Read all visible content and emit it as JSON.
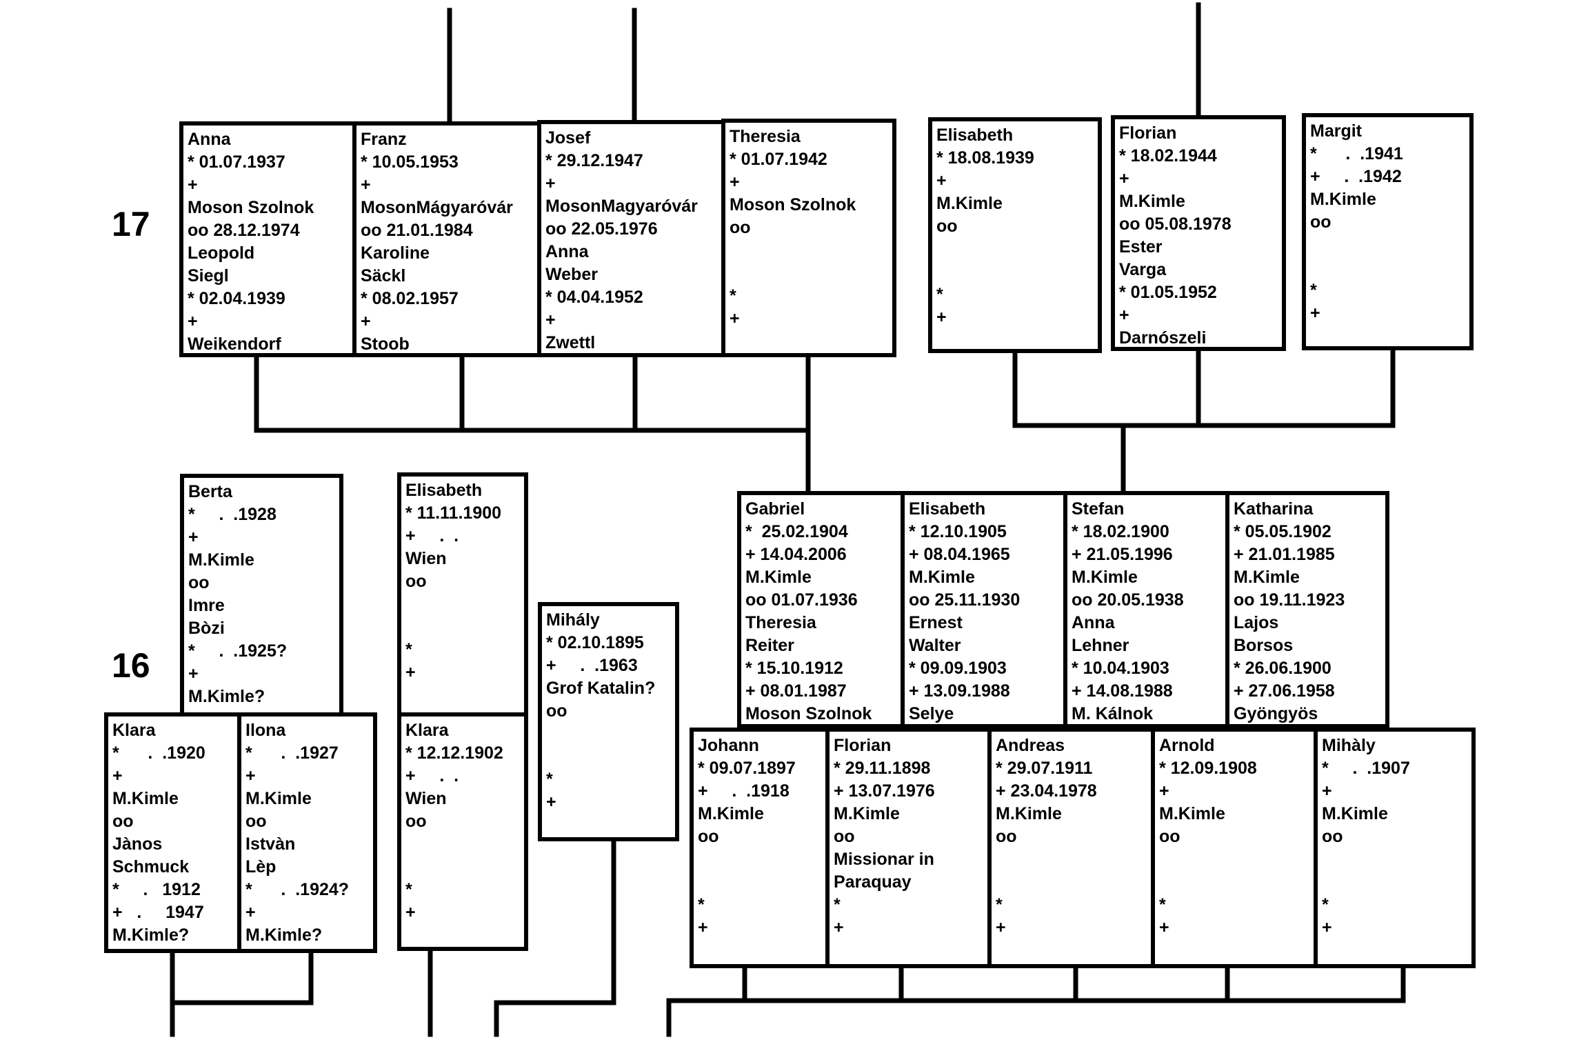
{
  "generations": {
    "upper": "17",
    "lower": "16"
  },
  "cells": {
    "anna": {
      "lines": [
        "Anna",
        "* 01.07.1937",
        "+",
        "Moson Szolnok",
        "oo 28.12.1974",
        "Leopold",
        "Siegl",
        "* 02.04.1939",
        "+",
        "Weikendorf"
      ]
    },
    "franz": {
      "lines": [
        "Franz",
        "* 10.05.1953",
        "+",
        "MosonMágyaróvár",
        "oo 21.01.1984",
        "Karoline",
        "Säckl",
        "* 08.02.1957",
        "+",
        "Stoob"
      ]
    },
    "josef": {
      "lines": [
        "Josef",
        "* 29.12.1947",
        "+",
        "MosonMagyaróvár",
        "oo 22.05.1976",
        "Anna",
        "Weber",
        "* 04.04.1952",
        "+",
        "Zwettl"
      ]
    },
    "theresia": {
      "lines": [
        "Theresia",
        "* 01.07.1942",
        "+",
        "Moson Szolnok",
        "oo",
        "",
        "",
        "*",
        "+"
      ]
    },
    "elisabeth_top": {
      "lines": [
        "Elisabeth",
        "* 18.08.1939",
        "+",
        "M.Kimle",
        "oo",
        "",
        "",
        "*",
        "+"
      ]
    },
    "florian_top": {
      "lines": [
        "Florian",
        "* 18.02.1944",
        "+",
        "M.Kimle",
        "oo 05.08.1978",
        "Ester",
        "Varga",
        "* 01.05.1952",
        "+",
        "Darnószeli"
      ]
    },
    "margit": {
      "lines": [
        "Margit",
        "*      .  .1941",
        "+     .  .1942",
        "M.Kimle",
        "oo",
        "",
        "",
        "*",
        "+"
      ]
    },
    "gabriel": {
      "lines": [
        "Gabriel",
        "*  25.02.1904",
        "+ 14.04.2006",
        "M.Kimle",
        "oo 01.07.1936",
        "Theresia",
        "Reiter",
        "* 15.10.1912",
        "+ 08.01.1987",
        "Moson Szolnok"
      ]
    },
    "elisabeth_mid": {
      "lines": [
        "Elisabeth",
        "* 12.10.1905",
        "+ 08.04.1965",
        "M.Kimle",
        "oo 25.11.1930",
        "Ernest",
        "Walter",
        "* 09.09.1903",
        "+ 13.09.1988",
        "Selye"
      ]
    },
    "stefan": {
      "lines": [
        "Stefan",
        "* 18.02.1900",
        "+ 21.05.1996",
        "M.Kimle",
        "oo 20.05.1938",
        "Anna",
        "Lehner",
        "* 10.04.1903",
        "+ 14.08.1988",
        "M. Kálnok"
      ]
    },
    "katharina": {
      "lines": [
        "Katharina",
        "* 05.05.1902",
        "+ 21.01.1985",
        "M.Kimle",
        "oo 19.11.1923",
        "Lajos",
        "Borsos",
        "* 26.06.1900",
        "+ 27.06.1958",
        "Gyöngyös"
      ]
    },
    "johann": {
      "lines": [
        "Johann",
        "* 09.07.1897",
        "+     .  .1918",
        "M.Kimle",
        "oo",
        "",
        "",
        "*",
        "+"
      ]
    },
    "florian_bot": {
      "lines": [
        "Florian",
        "* 29.11.1898",
        "+ 13.07.1976",
        "M.Kimle",
        "oo",
        "Missionar in",
        "Paraquay",
        "*",
        "+"
      ]
    },
    "andreas": {
      "lines": [
        "Andreas",
        "* 29.07.1911",
        "+ 23.04.1978",
        "M.Kimle",
        "oo",
        "",
        "",
        "*",
        "+"
      ]
    },
    "arnold": {
      "lines": [
        "Arnold",
        "* 12.09.1908",
        "+",
        "M.Kimle",
        "oo",
        "",
        "",
        "*",
        "+"
      ]
    },
    "mihaly_bot": {
      "lines": [
        "Mihàly",
        "*     .  .1907",
        "+",
        "M.Kimle",
        "oo",
        "",
        "",
        "*",
        "+"
      ]
    },
    "berta": {
      "lines": [
        "Berta",
        "*     .  .1928",
        "+",
        "M.Kimle",
        "oo",
        "Imre",
        "Bòzi",
        "*     .  .1925?",
        "+",
        "M.Kimle?"
      ]
    },
    "klara_left": {
      "lines": [
        "Klara",
        "*      .  .1920",
        "+",
        "M.Kimle",
        "oo",
        "Jànos",
        "Schmuck",
        "*     .   1912",
        "+   .     1947",
        "M.Kimle?"
      ]
    },
    "ilona": {
      "lines": [
        "Ilona",
        "*      .  .1927",
        "+",
        "M.Kimle",
        "oo",
        "Istvàn",
        "Lèp",
        "*      .  .1924?",
        "+",
        "M.Kimle?"
      ]
    },
    "elisabeth_left": {
      "lines": [
        "Elisabeth",
        "* 11.11.1900",
        "+     .  .",
        "Wien",
        "oo",
        "",
        "",
        "*",
        "+"
      ]
    },
    "klara_mid": {
      "lines": [
        "Klara",
        "* 12.12.1902",
        "+     .  .",
        "Wien",
        "oo",
        "",
        "",
        "*",
        "+"
      ]
    },
    "mihaly_left": {
      "lines": [
        "Mihály",
        "* 02.10.1895",
        "+     .  .1963",
        "Grof Katalin?",
        "oo",
        "",
        "",
        "*",
        "+"
      ]
    }
  }
}
